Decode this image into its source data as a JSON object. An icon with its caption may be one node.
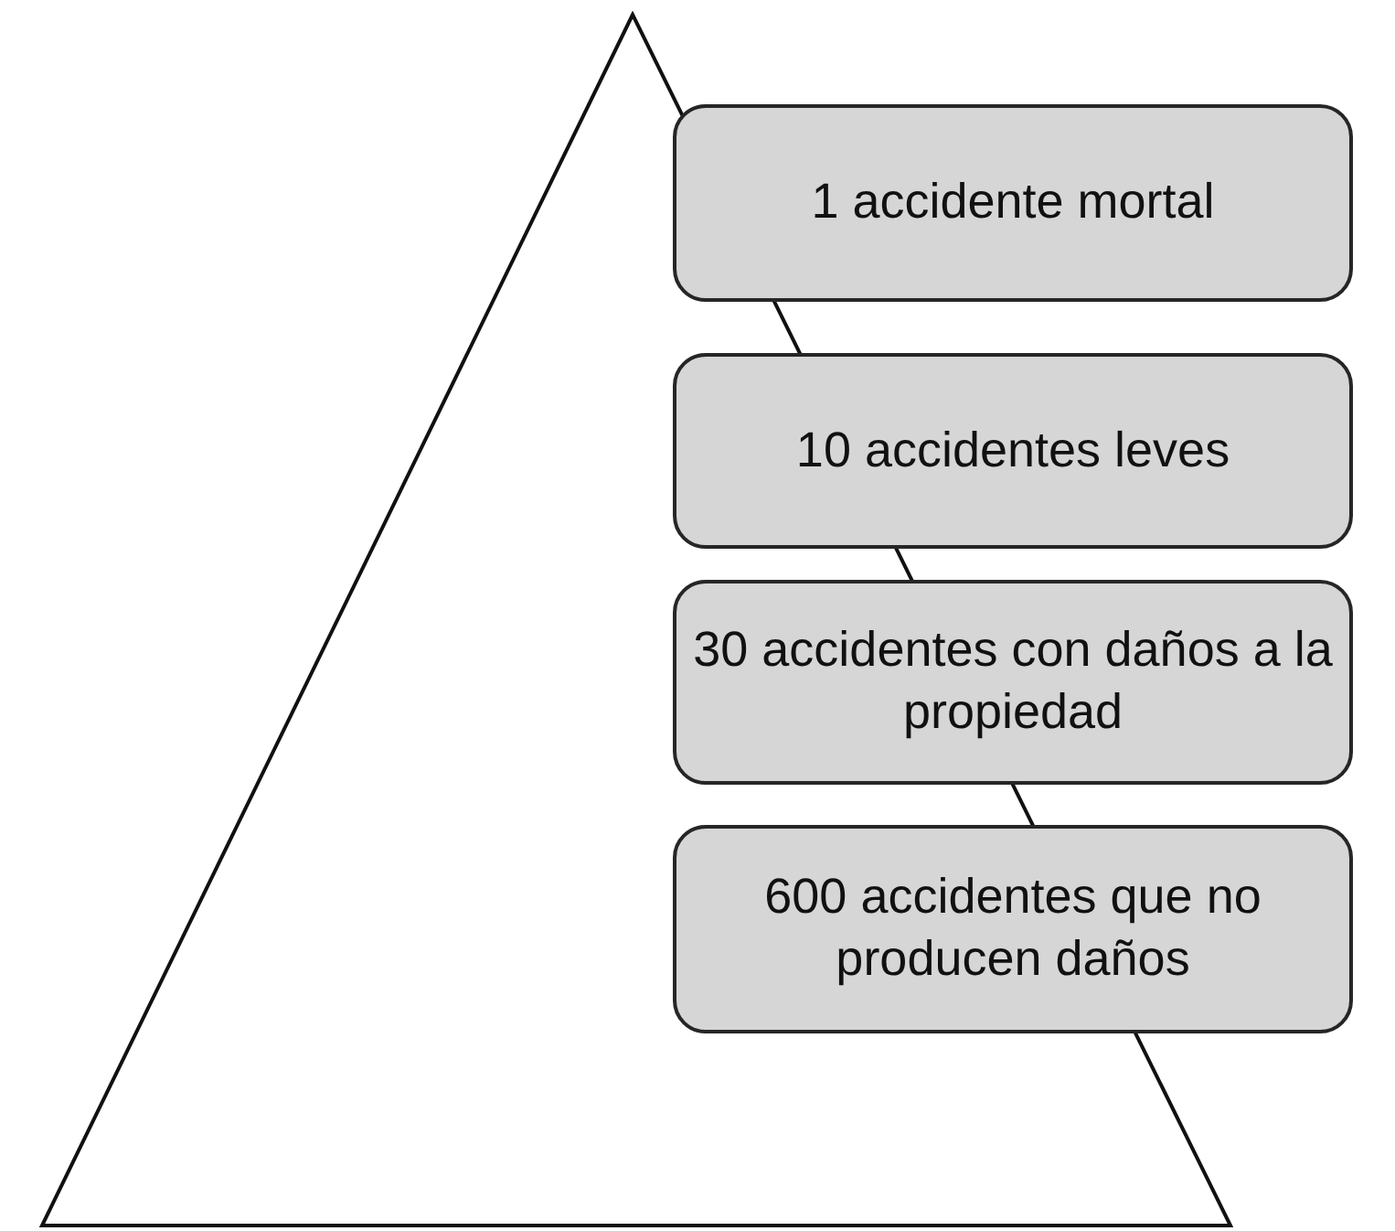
{
  "diagram": {
    "nodes": [
      {
        "text": [],
        "shape": "triangle"
      },
      {
        "text": [
          "1 accidente mortal"
        ]
      },
      {
        "text": [
          "10 accidentes leves"
        ]
      },
      {
        "text": [
          "30 accidentes con daños a la propiedad"
        ]
      },
      {
        "text": [
          "600 accidentes que no producen daños"
        ]
      }
    ]
  }
}
